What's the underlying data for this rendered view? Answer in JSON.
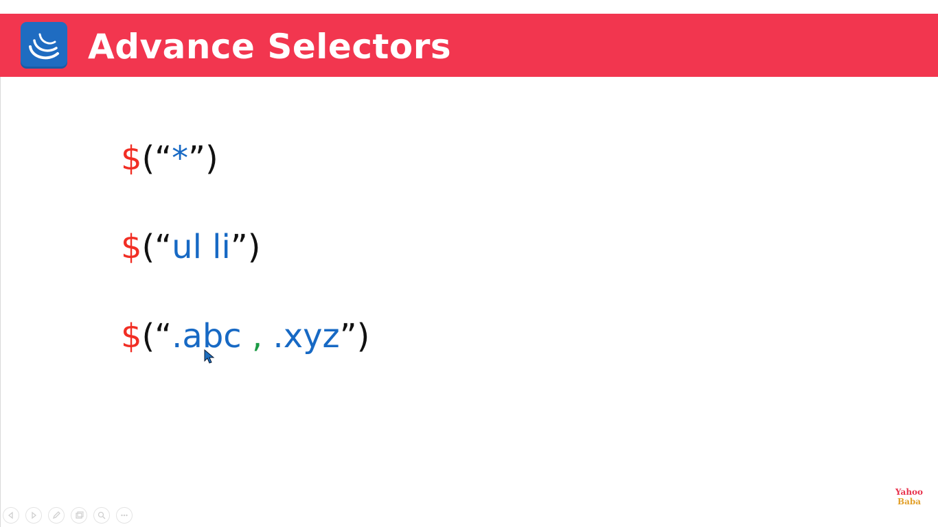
{
  "slide": {
    "title": "Advance Selectors",
    "logo_icon": "jquery-logo-icon",
    "code_lines": [
      {
        "dollar": "$",
        "open": "(",
        "quote_open": "“",
        "selector": "*",
        "quote_close": "”",
        "close": ")"
      },
      {
        "dollar": "$",
        "open": "(",
        "quote_open": "“",
        "selector": "ul li",
        "quote_close": "”",
        "close": ")"
      },
      {
        "dollar": "$",
        "open": "(",
        "quote_open": "“",
        "selector_a": ".abc",
        "separator": ",",
        "selector_b": ".xyz",
        "quote_close": "”",
        "close": ")"
      }
    ]
  },
  "controls": [
    {
      "icon": "previous-icon"
    },
    {
      "icon": "next-icon"
    },
    {
      "icon": "pen-icon"
    },
    {
      "icon": "slides-icon"
    },
    {
      "icon": "zoom-icon"
    },
    {
      "icon": "more-icon"
    }
  ],
  "brand": {
    "line1": "Yahoo",
    "line2": "Baba"
  },
  "colors": {
    "banner": "#f2364f",
    "logo": "#1f6cc1",
    "dollar": "#f12e24",
    "string": "#1769c4",
    "comma": "#1c9b45",
    "paren": "#111111"
  }
}
